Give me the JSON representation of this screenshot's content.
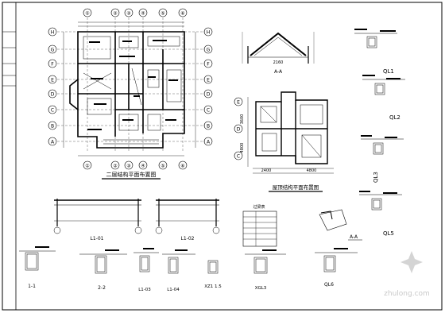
{
  "plan": {
    "title": "二层结构平面布置图",
    "axes_top": [
      "①",
      "②",
      "③",
      "④",
      "⑤",
      "⑥"
    ],
    "axes_side": [
      "H",
      "G",
      "F",
      "E",
      "D",
      "C",
      "B",
      "A"
    ]
  },
  "section_aa": {
    "label": "A-A",
    "dim": "2160"
  },
  "roof": {
    "title": "屋顶结构平面布置图",
    "dims": [
      "2400",
      "4800",
      "3600",
      "4800"
    ]
  },
  "beams_right": [
    "QL1",
    "QL2",
    "QL3",
    "QL5"
  ],
  "elevations": [
    "L1-01",
    "L1-02"
  ],
  "sections_bottom": [
    "1-1",
    "2-2",
    "L1-03",
    "L1-04",
    "XZ1 1.5",
    "XGL3",
    "QL6"
  ],
  "table": {
    "title": "过梁表"
  },
  "callout_aa": "A-A",
  "watermark": "zhulong.com"
}
